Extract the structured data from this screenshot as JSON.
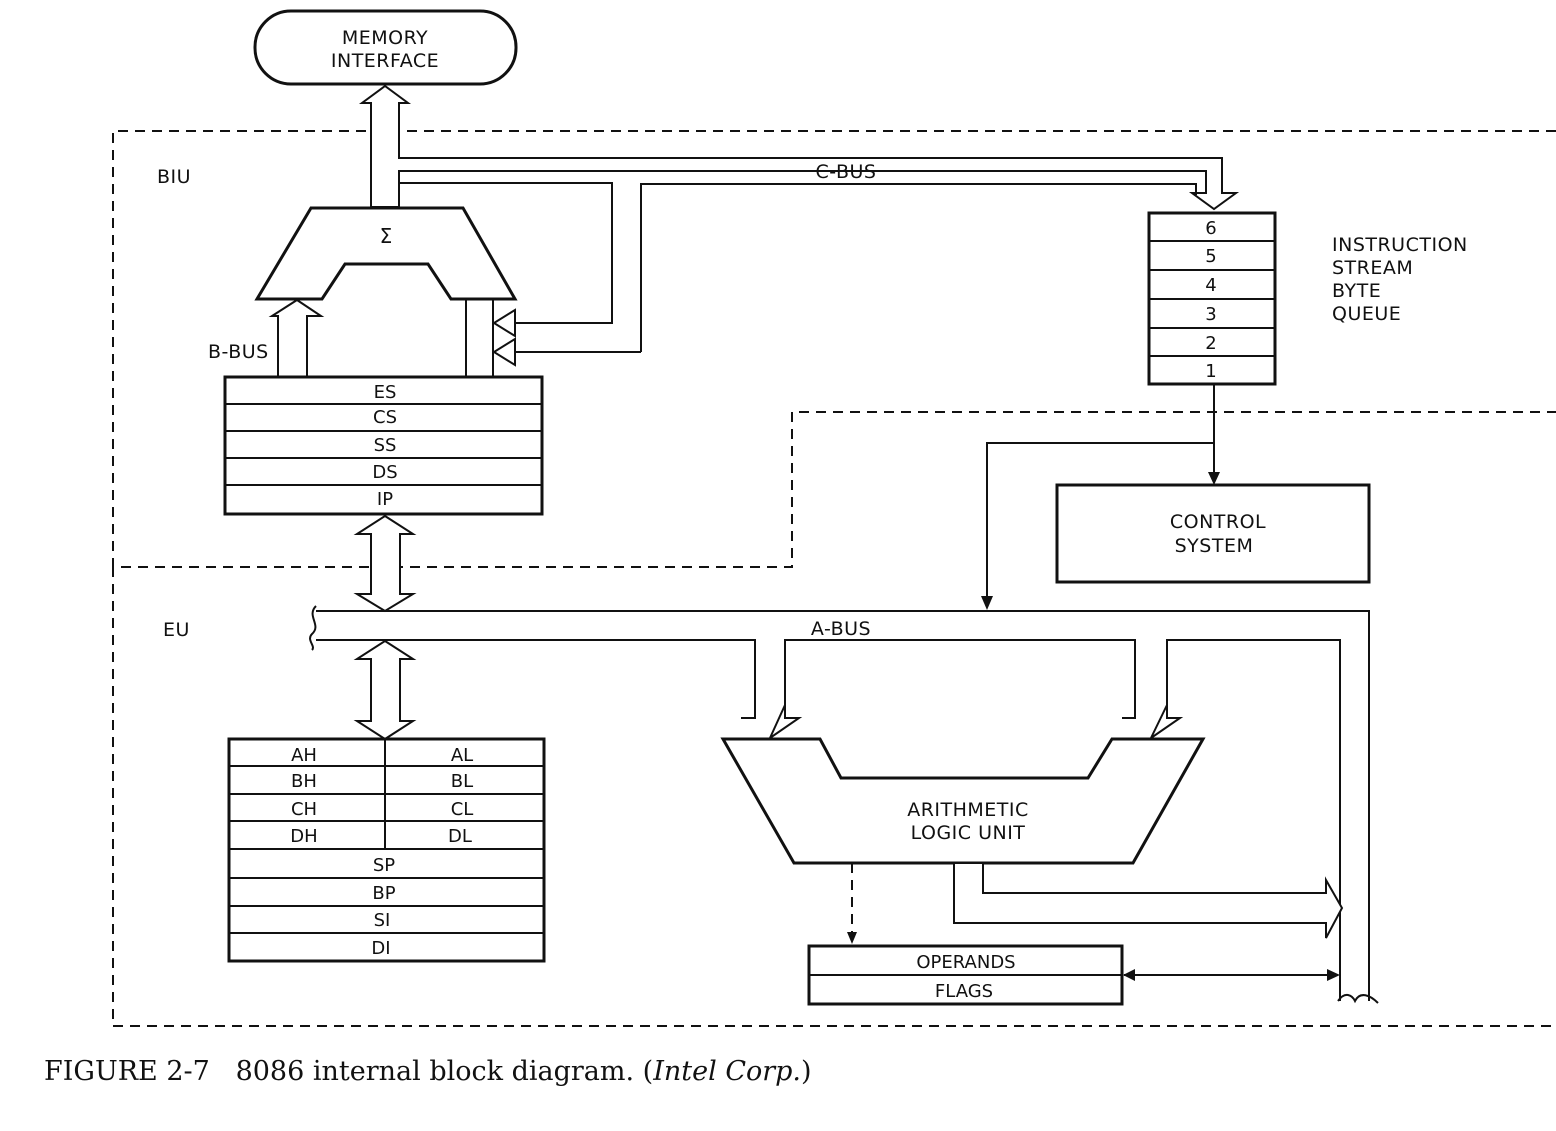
{
  "memory_interface": {
    "line1": "MEMORY",
    "line2": "INTERFACE"
  },
  "biu": {
    "label": "BIU",
    "adder_symbol": "Σ",
    "b_bus_label": "B-BUS",
    "segment_registers": [
      "ES",
      "CS",
      "SS",
      "DS",
      "IP"
    ]
  },
  "c_bus_label": "C-BUS",
  "queue": {
    "cells": [
      "6",
      "5",
      "4",
      "3",
      "2",
      "1"
    ],
    "label_lines": [
      "INSTRUCTION",
      "STREAM",
      "BYTE",
      "QUEUE"
    ]
  },
  "control_system": {
    "line1": "CONTROL",
    "line2": "SYSTEM"
  },
  "eu": {
    "label": "EU",
    "a_bus_label": "A-BUS",
    "general_registers": [
      {
        "high": "AH",
        "low": "AL"
      },
      {
        "high": "BH",
        "low": "BL"
      },
      {
        "high": "CH",
        "low": "CL"
      },
      {
        "high": "DH",
        "low": "DL"
      }
    ],
    "pointer_registers": [
      "SP",
      "BP",
      "SI",
      "DI"
    ],
    "alu": {
      "line1": "ARITHMETIC",
      "line2": "LOGIC UNIT"
    },
    "operands_label": "OPERANDS",
    "flags_label": "FLAGS"
  },
  "caption": {
    "figure": "FIGURE 2-7",
    "text": "8086 internal block diagram.",
    "source_open": "(",
    "source_italic": "Intel Corp.",
    "source_close": ")"
  }
}
